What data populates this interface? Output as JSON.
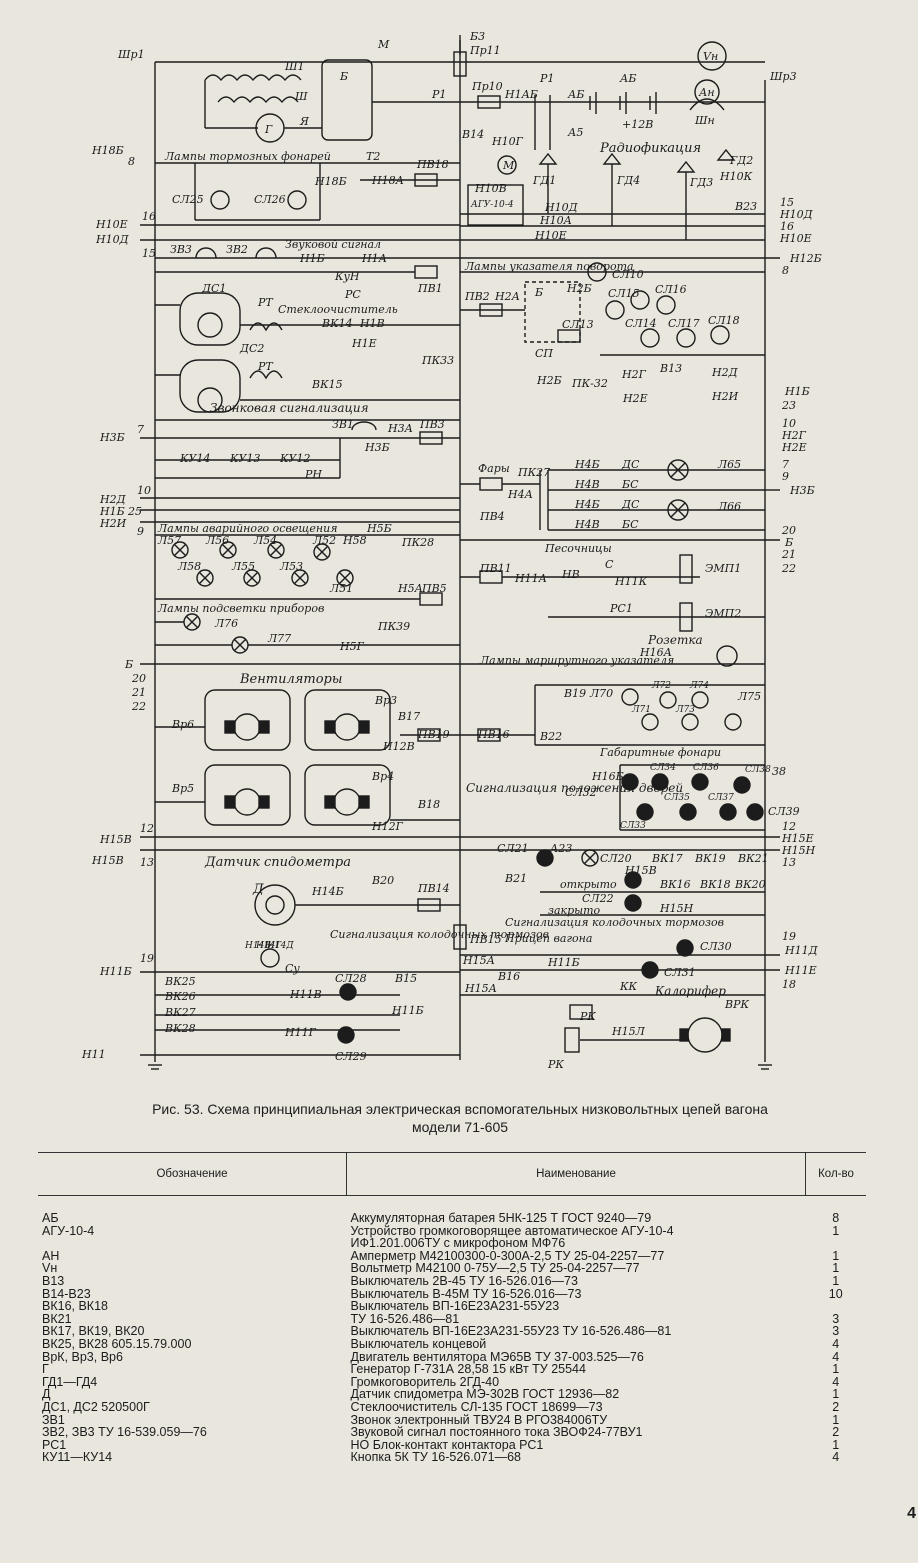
{
  "diagram": {
    "labels": {
      "shr1": "Шр1",
      "shr3": "Шр3",
      "b3": "Б3",
      "pr11": "Пр11",
      "vn": "Vн",
      "m": "М",
      "b": "Б",
      "sh1": "Ш1",
      "sh": "Ш",
      "ya": "Я",
      "g": "Г",
      "r1": "Р1",
      "r1b": "Р1",
      "ab": "АБ",
      "an": "Ан",
      "shn": "Шн",
      "pr10": "Пр10",
      "n1ab": "Н1АБ",
      "ab2": "АБ",
      "a5": "А5",
      "plus12": "+12В",
      "radio": "Радиофикация",
      "v14": "В14",
      "n10g": "Н10Г",
      "t2": "Т2",
      "n18a": "Н18А",
      "pv18": "ПВ18",
      "n18b_left": "Н18Б",
      "n18b_mid": "Н18Б",
      "n8": "8",
      "brake_lamps": "Лампы тормозных фонарей",
      "sl25": "СЛ25",
      "sl26": "СЛ26",
      "gd1": "ГД1",
      "gd2": "ГД2",
      "gd3": "ГД3",
      "gd4": "ГД4",
      "n10k": "Н10К",
      "agu": "АГУ-10-4",
      "mic": "М",
      "n10b": "Н10В",
      "b23": "В23",
      "n10d": "Н10Д",
      "n10a": "Н10А",
      "n10e": "Н10Е",
      "r15a": "15",
      "r_n10d": "Н10Д",
      "r16a": "16",
      "r_n10e": "Н10Е",
      "n10e_left": "Н10Е",
      "n10d_left": "Н10Д",
      "n16": "16",
      "n15": "15",
      "zv3": "ЗВ3",
      "zv2": "ЗВ2",
      "zvuk": "Звуковой сигнал",
      "n1b": "Н1Б",
      "n1a": "Н1А",
      "kun": "КуН",
      "rs": "РС",
      "pv1": "ПВ1",
      "n12b": "Н12Б",
      "r8": "8",
      "turn_lamps": "Лампы указателя поворота",
      "sl10": "СЛ10",
      "ds1": "ДС1",
      "rt": "РТ",
      "wiper": "Стеклоочиститель",
      "vk14": "ВК14",
      "n1v": "Н1В",
      "n1e": "Н1Е",
      "ds2": "ДС2",
      "pk33": "ПК33",
      "pv2": "ПВ2",
      "n2a": "Н2А",
      "b_relay": "Б",
      "n2b": "Н2Б",
      "sl13": "СЛ13",
      "sl15": "СЛ15",
      "sl16": "СЛ16",
      "sl14": "СЛ14",
      "sl17": "СЛ17",
      "sl18": "СЛ18",
      "sp": "СП",
      "n2b2": "Н2Б",
      "pk32": "ПК-32",
      "n2g": "Н2Г",
      "v13": "В13",
      "n2d": "Н2Д",
      "n2e": "Н2Е",
      "n2i": "Н2И",
      "rt2": "РТ",
      "vk15": "ВК15",
      "bell_sig": "Звонковая сигнализация",
      "n1b_r": "Н1Б",
      "r23": "23",
      "r10": "10",
      "n2g_r": "Н2Г",
      "n2e_r": "Н2Е",
      "n3b_left": "Н3Б",
      "n7": "7",
      "zv1": "ЗВ1",
      "n3a": "Н3А",
      "pv3": "ПВ3",
      "n3b": "Н3Б",
      "ku14": "КУ14",
      "ku13": "КУ13",
      "ku12": "КУ12",
      "rn": "РН",
      "headlights": "Фары",
      "pk27": "ПК27",
      "n4b": "Н4Б",
      "n4v": "Н4В",
      "n4a": "Н4А",
      "ds_a": "ДС",
      "bs_a": "БС",
      "ds_b": "ДС",
      "bs_b": "БС",
      "l65": "Л65",
      "l66": "Л66",
      "pv4": "ПВ4",
      "r7": "7",
      "r9": "9",
      "n3b_r": "Н3Б",
      "n2d_left": "Н2Д",
      "n1b_left": "Н1Б",
      "n2i_left": "Н2И",
      "l10": "10",
      "l25": "25",
      "l9": "9",
      "emerg": "Лампы аварийного освещения",
      "n5b": "Н5Б",
      "l57": "Л57",
      "l56": "Л56",
      "l54": "Л54",
      "l52": "Л52",
      "l58": "Л58",
      "l55": "Л55",
      "l53": "Л53",
      "l51": "Л51",
      "n58": "Н58",
      "pk28": "ПК28",
      "n5a": "Н5А",
      "pv5": "ПВ5",
      "sand": "Песочницы",
      "pv11": "ПВ11",
      "n11a": "Н11А",
      "nv": "НВ",
      "s": "С",
      "n11k": "Н11К",
      "rs1": "РС1",
      "emp1": "ЭМП1",
      "emp2": "ЭМП2",
      "r20": "20",
      "r_b": "Б",
      "r21": "21",
      "r22": "22",
      "instr": "Лампы подсветки приборов",
      "l76": "Л76",
      "l77": "Л77",
      "n5g": "Н5Г",
      "pk39": "ПК39",
      "socket": "Розетка",
      "n16a": "Н16А",
      "route": "Лампы маршрутного указателя",
      "b_left": "Б",
      "l20": "20",
      "l21": "21",
      "l22": "22",
      "fans": "Вентиляторы",
      "vr6": "Вр6",
      "vr3": "Вр3",
      "v17": "В17",
      "n12v": "Н12В",
      "pv19": "ПВ19",
      "pv16": "ПВ16",
      "v19": "В19",
      "l70": "Л70",
      "l71": "Л71",
      "l72": "Л72",
      "l73": "Л73",
      "l74": "Л74",
      "l75": "Л75",
      "v22": "В22",
      "marker": "Габаритные фонари",
      "vr5": "Вр5",
      "vr4": "Вр4",
      "v18": "В18",
      "n12g": "Н12Г",
      "doors": "Сигнализация положения дверей",
      "n16b": "Н16Б",
      "sl32": "СЛ32",
      "sl33": "СЛ33",
      "sl34": "СЛ34",
      "sl35": "СЛ35",
      "sl36": "СЛ36",
      "sl37": "СЛ37",
      "sl38": "СЛ38",
      "sl39": "СЛ39",
      "r38": "38",
      "r12": "12",
      "n15e": "Н15Е",
      "n15n": "Н15Н",
      "r13": "13",
      "n15b": "Н15В",
      "n15v": "Н15В",
      "l12": "12",
      "l13": "13",
      "speedo": "Датчик спидометра",
      "d": "Д",
      "n14b": "Н14Б",
      "su": "Су",
      "n14v": "Н14В",
      "n14g": "Н14Г",
      "n14d": "Н14Д",
      "v20": "В20",
      "pv14": "ПВ14",
      "sl21": "СЛ21",
      "a23": "А23",
      "sl20": "СЛ20",
      "vk17": "ВК17",
      "vk19": "ВК19",
      "vk21": "ВК21",
      "open": "открыто",
      "n15b2": "Н15В",
      "v21": "В21",
      "vk16": "ВК16",
      "vk18": "ВК18",
      "vk20": "ВК20",
      "closed": "закрыто",
      "sl22": "СЛ22",
      "n15n2": "Н15Н",
      "brake_sig": "Сигнализация колодочных тормозов",
      "trailer": "Прицеп вагона",
      "sl30": "СЛ30",
      "r19": "19",
      "n11d": "Н11Д",
      "sl31": "СЛ31",
      "n11e": "Н11Е",
      "r18": "18",
      "pv15": "ПВ15",
      "n15a": "Н15А",
      "n11b_c": "Н11Б",
      "v16": "В16",
      "n15a2": "Н15А",
      "kk": "КК",
      "rk": "РК",
      "heater": "Калорифер",
      "vrk": "ВРК",
      "n15l": "Н15Л",
      "rk2": "РК",
      "brake_sig2": "Сигнализация колодочных тормозов",
      "l19": "19",
      "n11b": "Н11Б",
      "vk25": "ВК25",
      "vk26": "ВК26",
      "vk27": "ВК27",
      "vk28": "ВК28",
      "n11v": "Н11В",
      "n11g": "Н11Г",
      "sl28": "СЛ28",
      "sl29": "СЛ29",
      "v15": "В15",
      "n11b2": "Н11Б",
      "n11": "Н11"
    }
  },
  "caption": {
    "line1": "Рис. 53. Схема принципиальная электрическая вспомогательных низковольтных цепей вагона",
    "line2": "модели 71-605"
  },
  "table": {
    "headers": {
      "designation": "Обозначение",
      "name": "Наименование",
      "qty": "Кол-во"
    },
    "rows": [
      {
        "d": "АБ",
        "n": "Аккумуляторная батарея 5НК-125 Т ГОСТ 9240—79",
        "q": "8"
      },
      {
        "d": "АГУ-10-4",
        "n": "Устройство громкоговорящее автоматическое  АГУ-10-4",
        "q": "1"
      },
      {
        "d": "",
        "n": "ИФ1.201.006ТУ с микрофоном МФ76",
        "q": ""
      },
      {
        "d": "АН",
        "n": "Амперметр М42100300-0-300А-2,5 ТУ 25-04-2257—77",
        "q": "1"
      },
      {
        "d": "Vн",
        "n": "Вольтметр М42100 0-75У—2,5 ТУ 25-04-2257—77",
        "q": "1"
      },
      {
        "d": "В13",
        "n": "Выключатель 2В-45 ТУ 16-526.016—73",
        "q": "1"
      },
      {
        "d": "В14-В23",
        "n": "Выключатель В-45М ТУ 16-526.016—73",
        "q": "10"
      },
      {
        "d": "ВК16, ВК18",
        "n": "Выключатель ВП-16Е23А231-55У23",
        "q": ""
      },
      {
        "d": "ВК21",
        "n": "ТУ 16-526.486—81",
        "q": "3"
      },
      {
        "d": "ВК17, ВК19, ВК20",
        "n": "Выключатель ВП-16Е23А231-55У23 ТУ 16-526.486—81",
        "q": "3"
      },
      {
        "d": "ВК25, ВК28 605.15.79.000",
        "n": "Выключатель концевой",
        "q": "4"
      },
      {
        "d": "ВрК, Вр3, Вр6",
        "n": "Двигатель вентилятора МЭ65В ТУ 37-003.525—76",
        "q": "4"
      },
      {
        "d": "Г",
        "n": "Генератор Г-731А 28,58 15 кВт ТУ 25544",
        "q": "1"
      },
      {
        "d": "ГД1—ГД4",
        "n": "Громкоговоритель 2ГД-40",
        "q": "4"
      },
      {
        "d": "Д",
        "n": "Датчик спидометра МЭ-302В ГОСТ 12936—82",
        "q": "1"
      },
      {
        "d": "ДС1, ДС2 520500Г",
        "n": "Стеклоочиститель СЛ-135 ГОСТ 18699—73",
        "q": "2"
      },
      {
        "d": "ЗВ1",
        "n": "Звонок электронный ТВУ24 В РГО384006ТУ",
        "q": "1"
      },
      {
        "d": "ЗВ2, ЗВ3 ТУ 16-539.059—76",
        "n": "Звуковой сигнал постоянного тока ЗВОФ24-77ВУ1",
        "q": "2"
      },
      {
        "d": "РС1",
        "n": "НО Блок-контакт контактора РС1",
        "q": "1"
      },
      {
        "d": "КУ11—КУ14",
        "n": "Кнопка 5К ТУ 16-526.071—68",
        "q": "4"
      }
    ]
  },
  "page_number": "4"
}
